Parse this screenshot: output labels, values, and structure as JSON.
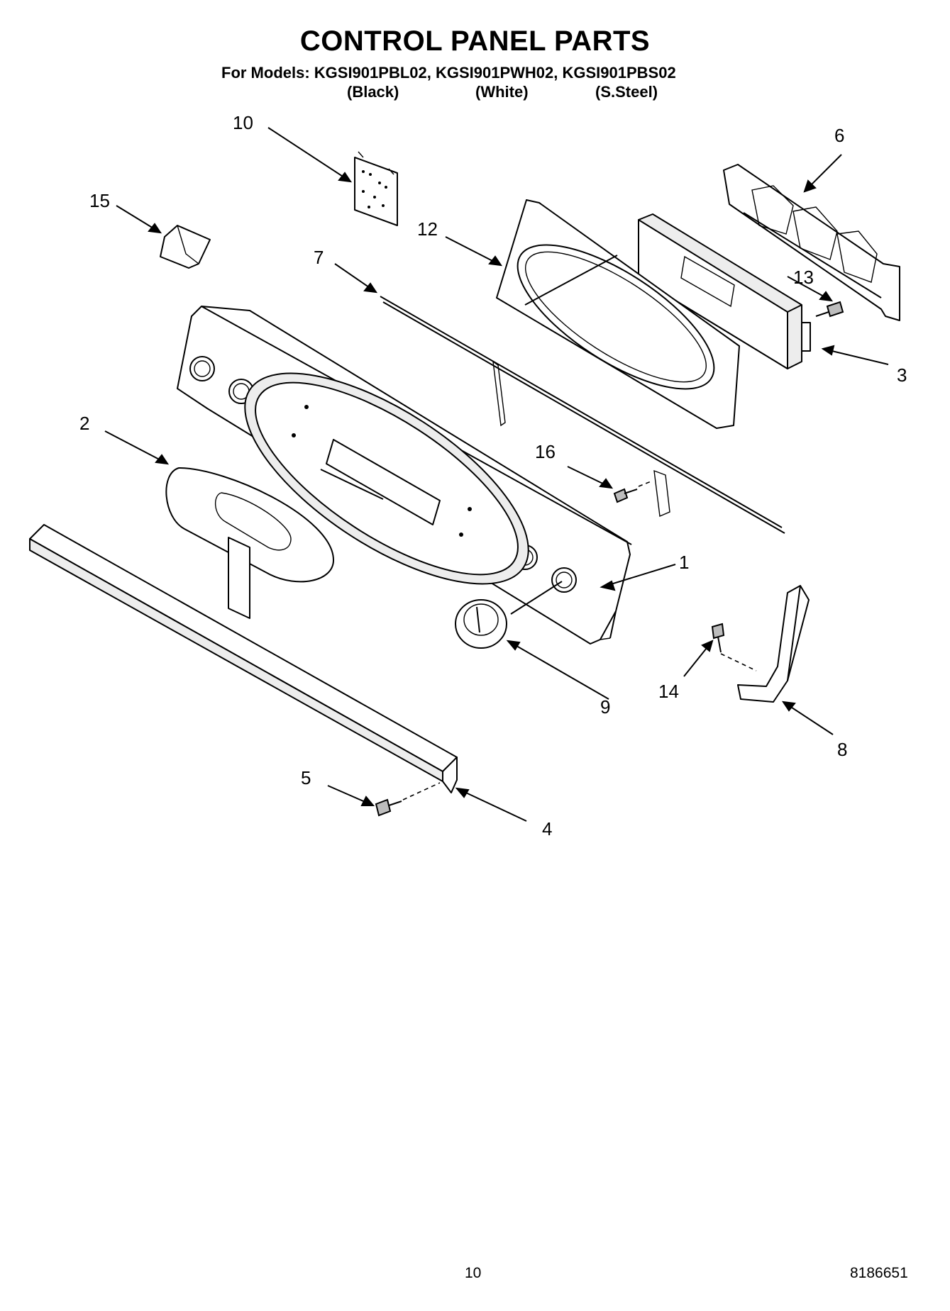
{
  "header": {
    "title": "CONTROL PANEL PARTS",
    "models_line": "For Models: KGSI901PBL02, KGSI901PWH02, KGSI901PBS02",
    "variants": [
      "(Black)",
      "(White)",
      "(S.Steel)"
    ]
  },
  "callouts": [
    "1",
    "2",
    "3",
    "4",
    "5",
    "6",
    "7",
    "8",
    "9",
    "10",
    "12",
    "13",
    "14",
    "15",
    "16"
  ],
  "footer": {
    "page_number": "10",
    "document_number": "8186651"
  }
}
